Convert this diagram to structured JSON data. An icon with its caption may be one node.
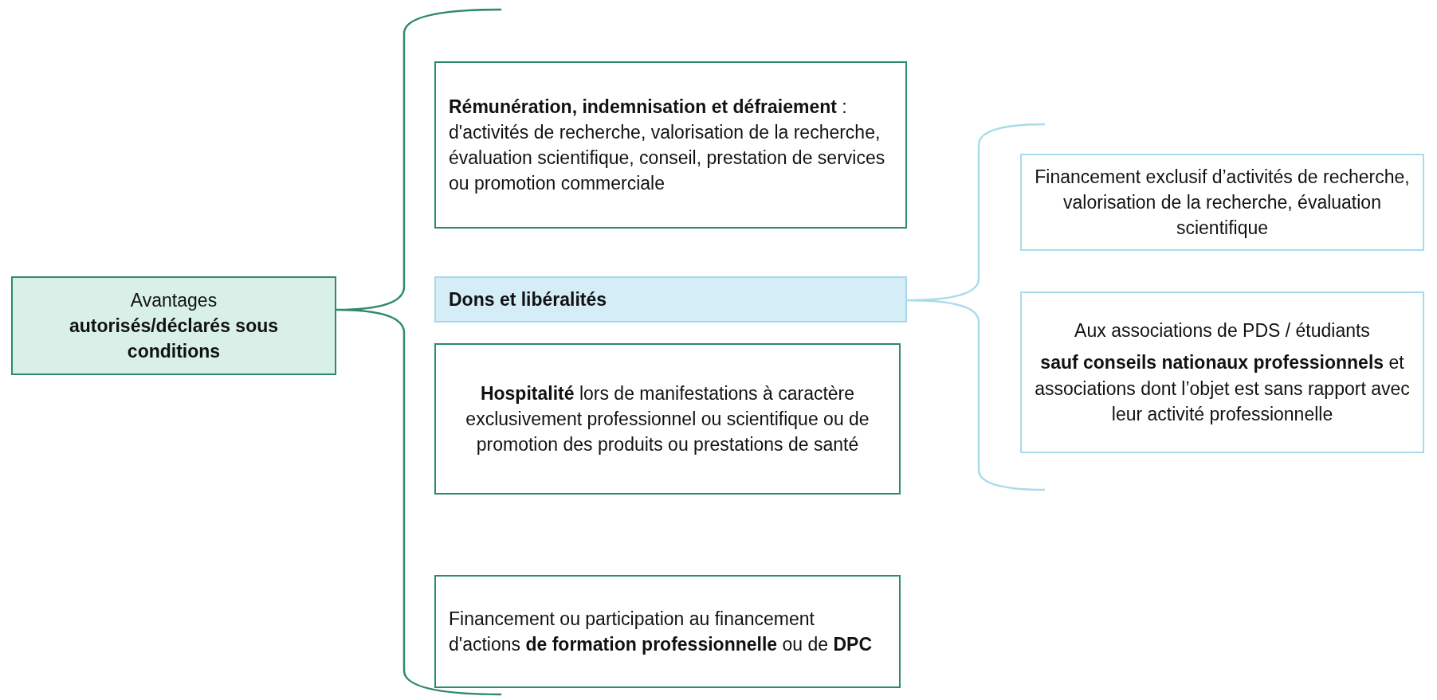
{
  "diagram": {
    "nodes": [
      {
        "text": [
          "Avantages **autorisés/déclarés sous conditions**"
        ]
      },
      {
        "text": [
          "**Rémunération, indemnisation et défraiement** : d'activités de recherche, valorisation de la recherche, évaluation scientifique, conseil, prestation de services ou promotion commerciale"
        ]
      },
      {
        "text": [
          "Dons et libéralités"
        ]
      },
      {
        "text": [
          "**Hospitalité** lors de manifestations à caractère exclusivement professionnel ou scientifique ou de promotion des produits ou prestations de santé"
        ]
      },
      {
        "text": [
          "Financement ou participation au financement d'actions **de formation professionnelle** ou de **DPC**"
        ]
      },
      {
        "text": [
          "Financement exclusif d’activités de recherche, valorisation de la recherche, évaluation scientifique"
        ]
      },
      {
        "text": [
          "Aux associations de PDS / étudiants",
          "**sauf conseils nationaux professionnels** et associations dont l’objet est sans rapport avec leur activité professionnelle"
        ]
      }
    ],
    "edges": []
  }
}
